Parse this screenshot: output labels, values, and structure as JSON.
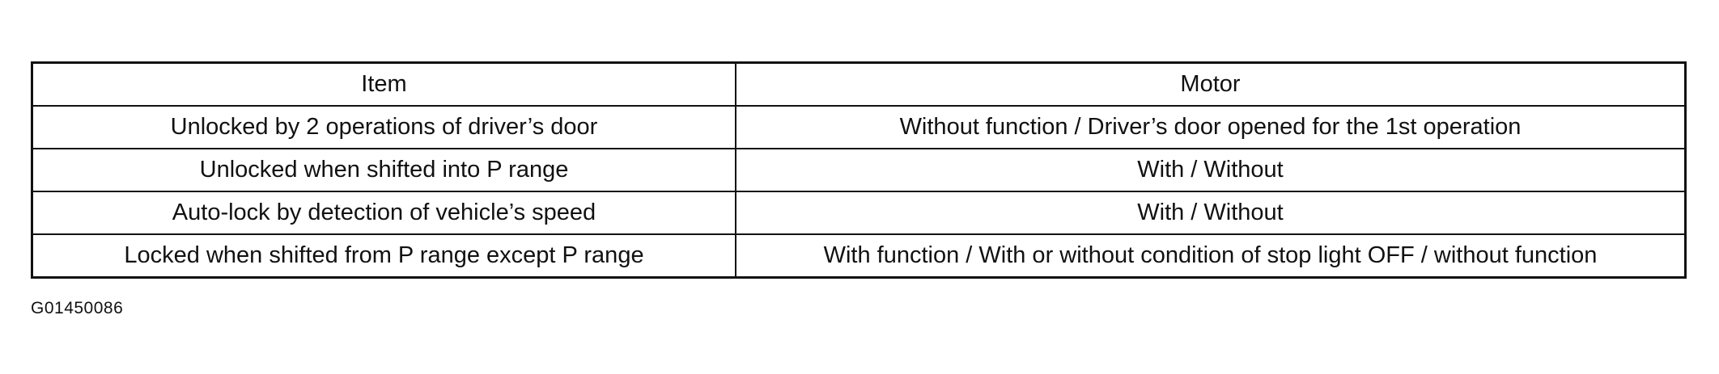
{
  "table": {
    "headers": {
      "item": "Item",
      "motor": "Motor"
    },
    "rows": [
      {
        "item": "Unlocked by 2 operations of driver’s door",
        "motor": "Without function / Driver’s door opened for the 1st operation"
      },
      {
        "item": "Unlocked when shifted into P range",
        "motor": "With / Without"
      },
      {
        "item": "Auto-lock by detection of vehicle’s speed",
        "motor": "With / Without"
      },
      {
        "item": "Locked when shifted from P range except P range",
        "motor": "With function / With or without condition of stop light OFF / without function"
      }
    ]
  },
  "figure_id": "G01450086"
}
